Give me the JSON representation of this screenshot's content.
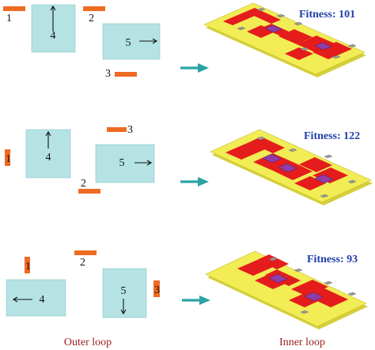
{
  "rows": [
    {
      "id": "row-1",
      "blocks": [
        {
          "label": "4",
          "arrow": "up"
        },
        {
          "label": "5",
          "arrow": "right"
        }
      ],
      "bars": [
        {
          "label": "1",
          "orient": "h"
        },
        {
          "label": "2",
          "orient": "h"
        },
        {
          "label": "3",
          "orient": "h"
        }
      ],
      "fitness": "Fitness: 101"
    },
    {
      "id": "row-2",
      "blocks": [
        {
          "label": "4",
          "arrow": "up"
        },
        {
          "label": "5",
          "arrow": "right"
        }
      ],
      "bars": [
        {
          "label": "1",
          "orient": "v"
        },
        {
          "label": "2",
          "orient": "h"
        },
        {
          "label": "3",
          "orient": "h"
        }
      ],
      "fitness": "Fitness: 122"
    },
    {
      "id": "row-3",
      "blocks": [
        {
          "label": "4",
          "arrow": "left"
        },
        {
          "label": "5",
          "arrow": "down"
        }
      ],
      "bars": [
        {
          "label": "1",
          "orient": "v"
        },
        {
          "label": "2",
          "orient": "h"
        },
        {
          "label": "3",
          "orient": "v"
        }
      ],
      "fitness": "Fitness: 93"
    }
  ],
  "footer": {
    "left": "Outer loop",
    "right": "Inner loop"
  },
  "colors": {
    "block_fill": "#b5e3e4",
    "bar_fill": "#ef6a22",
    "arrow": "#2aa3a5",
    "fitness_text": "#1f3fa8",
    "footer_text": "#9b1c1c",
    "board_yellow": "#f2ec55",
    "board_red": "#e41c1c",
    "chip_purple": "#8f3da8"
  }
}
